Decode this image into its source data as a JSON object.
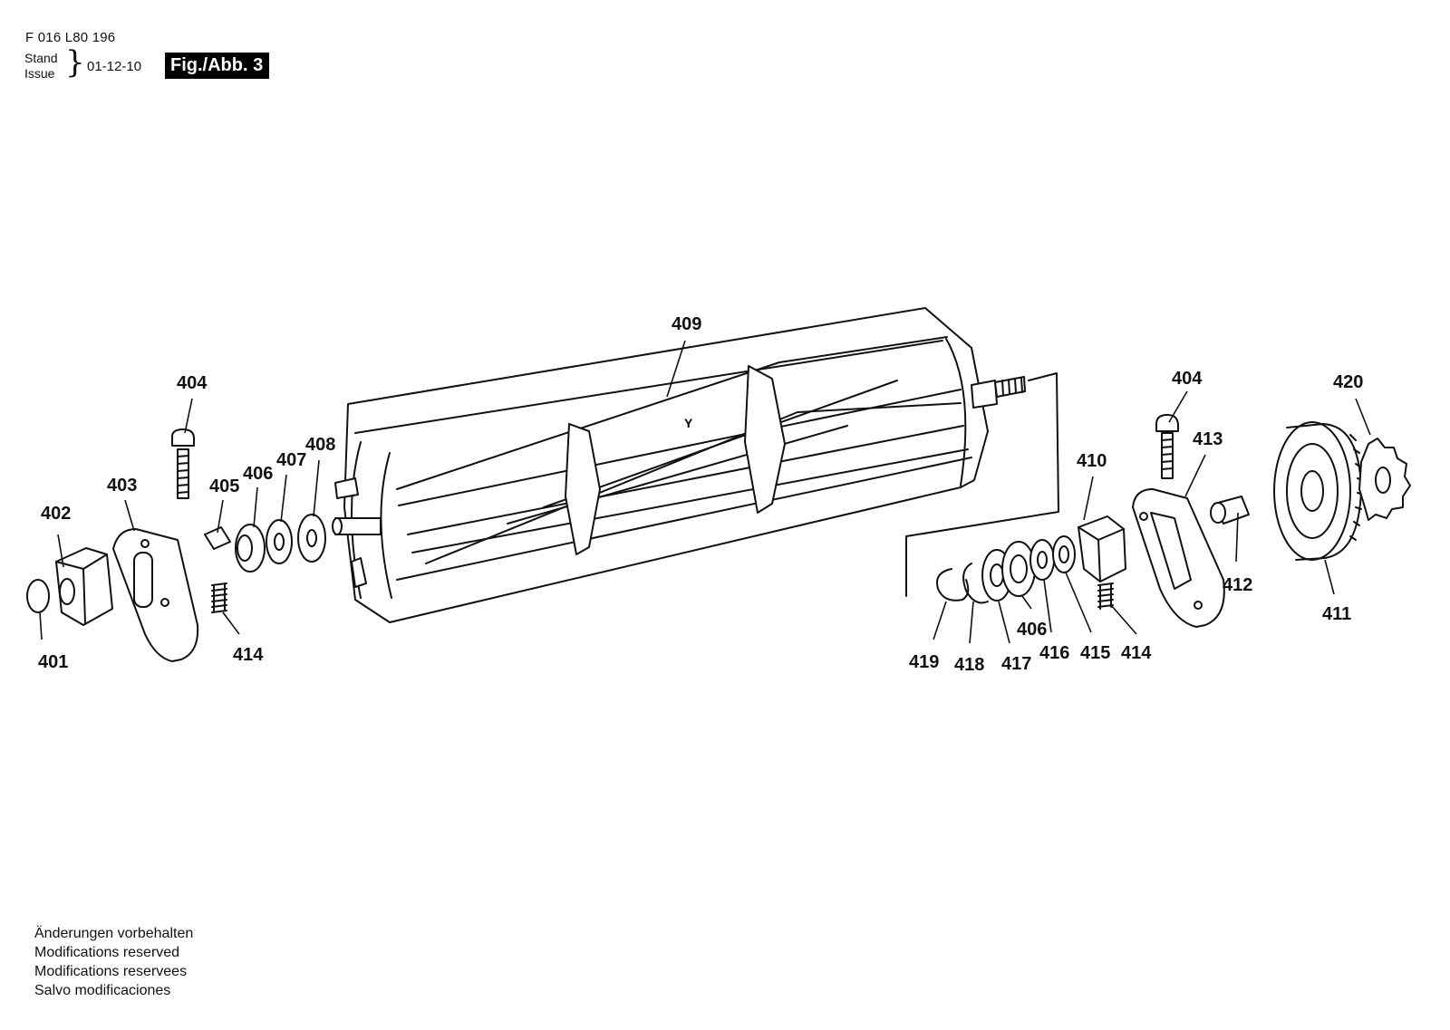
{
  "header": {
    "document_number": "F 016 L80 196",
    "stand_label": "Stand",
    "issue_label": "Issue",
    "date": "01-12-10",
    "figure_label": "Fig./Abb. 3"
  },
  "footer": {
    "lines": [
      "Änderungen vorbehalten",
      "Modifications reserved",
      "Modifications reservees",
      "Salvo modificaciones"
    ]
  },
  "parts": {
    "p401": "401",
    "p402": "402",
    "p403": "403",
    "p404a": "404",
    "p405": "405",
    "p406a": "406",
    "p407": "407",
    "p408": "408",
    "p409": "409",
    "p410": "410",
    "p411": "411",
    "p412": "412",
    "p413": "413",
    "p404b": "404",
    "p414a": "414",
    "p414b": "414",
    "p415": "415",
    "p416": "416",
    "p406b": "406",
    "p417": "417",
    "p418": "418",
    "p419": "419",
    "p420": "420"
  }
}
